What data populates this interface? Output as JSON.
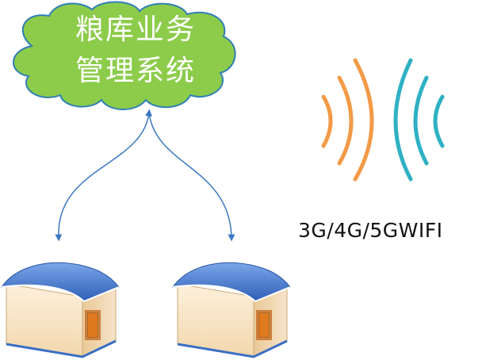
{
  "cloud": {
    "line1": "粮库业务",
    "line2": "管理系统",
    "fill_color": "#8ccc4a",
    "stroke_color": "#2f7fb4"
  },
  "wireless": {
    "label": "3G/4G/5GWIFI",
    "left_wave_color": "#f39a47",
    "right_wave_color": "#2fb1c4"
  },
  "connectors": {
    "color": "#3d79c2"
  },
  "warehouses": [
    {
      "name": "warehouse-left",
      "roof_color": "#3b6fc4",
      "wall_color": "#f7e2c0",
      "door_color": "#e07a1f"
    },
    {
      "name": "warehouse-right",
      "roof_color": "#3b6fc4",
      "wall_color": "#f7e2c0",
      "door_color": "#e07a1f"
    }
  ]
}
